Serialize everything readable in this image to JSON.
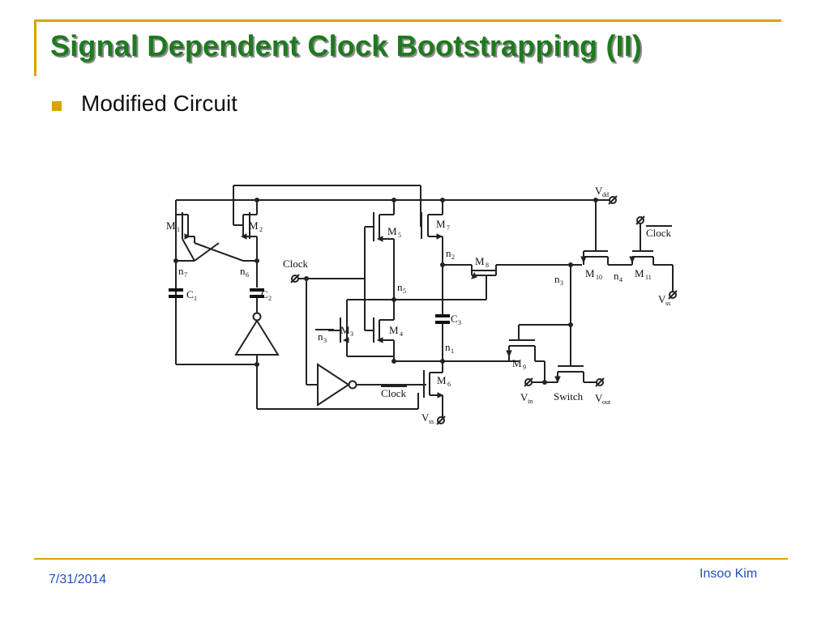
{
  "slide": {
    "title": "Signal Dependent Clock Bootstrapping (II)",
    "bullet": "Modified Circuit"
  },
  "circuit": {
    "labels": {
      "vdd": "V",
      "vdd_sub": "dd",
      "vss_right": "V",
      "vss_right_sub": "ss",
      "vss_bottom": "V",
      "vss_bottom_sub": "ss",
      "clock": "Clock",
      "clock_bar_right": "Clock",
      "clock_bar_bottom": "Clock",
      "m1": "M",
      "m1_sub": "1",
      "m2": "M",
      "m2_sub": "2",
      "m3": "M",
      "m3_sub": "3",
      "m4": "M",
      "m4_sub": "4",
      "m5": "M",
      "m5_sub": "5",
      "m6": "M",
      "m6_sub": "6",
      "m7": "M",
      "m7_sub": "7",
      "m8": "M",
      "m8_sub": "8",
      "m9": "M",
      "m9_sub": "9",
      "m10": "M",
      "m10_sub": "10",
      "m11": "M",
      "m11_sub": "11",
      "c1": "C",
      "c1_sub": "1",
      "c2": "C",
      "c2_sub": "2",
      "c3": "C",
      "c3_sub": "3",
      "n1": "n",
      "n1_sub": "1",
      "n2": "n",
      "n2_sub": "2",
      "n3_left": "n",
      "n3_left_sub": "3",
      "n3_right": "n",
      "n3_right_sub": "3",
      "n4": "n",
      "n4_sub": "4",
      "n5": "n",
      "n5_sub": "5",
      "n6": "n",
      "n6_sub": "6",
      "n7": "n",
      "n7_sub": "7",
      "vin": "V",
      "vin_sub": "in",
      "vout": "V",
      "vout_sub": "out",
      "switch": "Switch"
    }
  },
  "footer": {
    "date": "7/31/2014",
    "author": "Insoo Kim"
  },
  "colors": {
    "title": "#1f7a1f",
    "accent": "#d9a400",
    "footer_text": "#1f4fbf"
  }
}
